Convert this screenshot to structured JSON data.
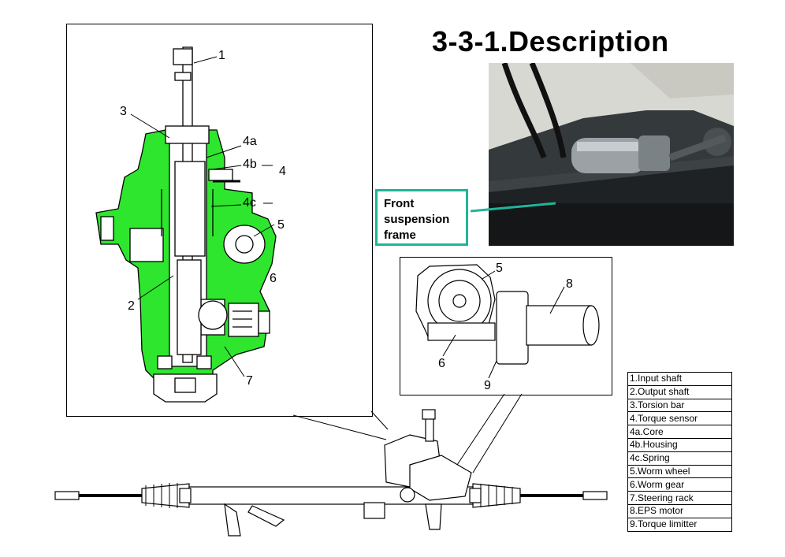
{
  "title": "3-3-1.Description",
  "cutaway": {
    "labels": {
      "l1": "1",
      "l3": "3",
      "l4a": "4a",
      "l4b": "4b",
      "l4": "4",
      "l4c": "4c",
      "l5": "5",
      "l6": "6",
      "l2": "2",
      "l7": "7"
    },
    "highlight_color": "#2ee62e"
  },
  "photo": {
    "callout": [
      "Front",
      "suspension",
      "frame"
    ],
    "callout_color": "#1fb59a"
  },
  "inset": {
    "labels": {
      "l5": "5",
      "l8": "8",
      "l6": "6",
      "l9": "9"
    }
  },
  "legend": [
    "1.Input shaft",
    "2.Output shaft",
    "3.Torsion bar",
    "4.Torque sensor",
    "4a.Core",
    "4b.Housing",
    "4c.Spring",
    "5.Worm wheel",
    "6.Worm gear",
    "7.Steering rack",
    "8.EPS motor",
    "9.Torque limitter"
  ]
}
